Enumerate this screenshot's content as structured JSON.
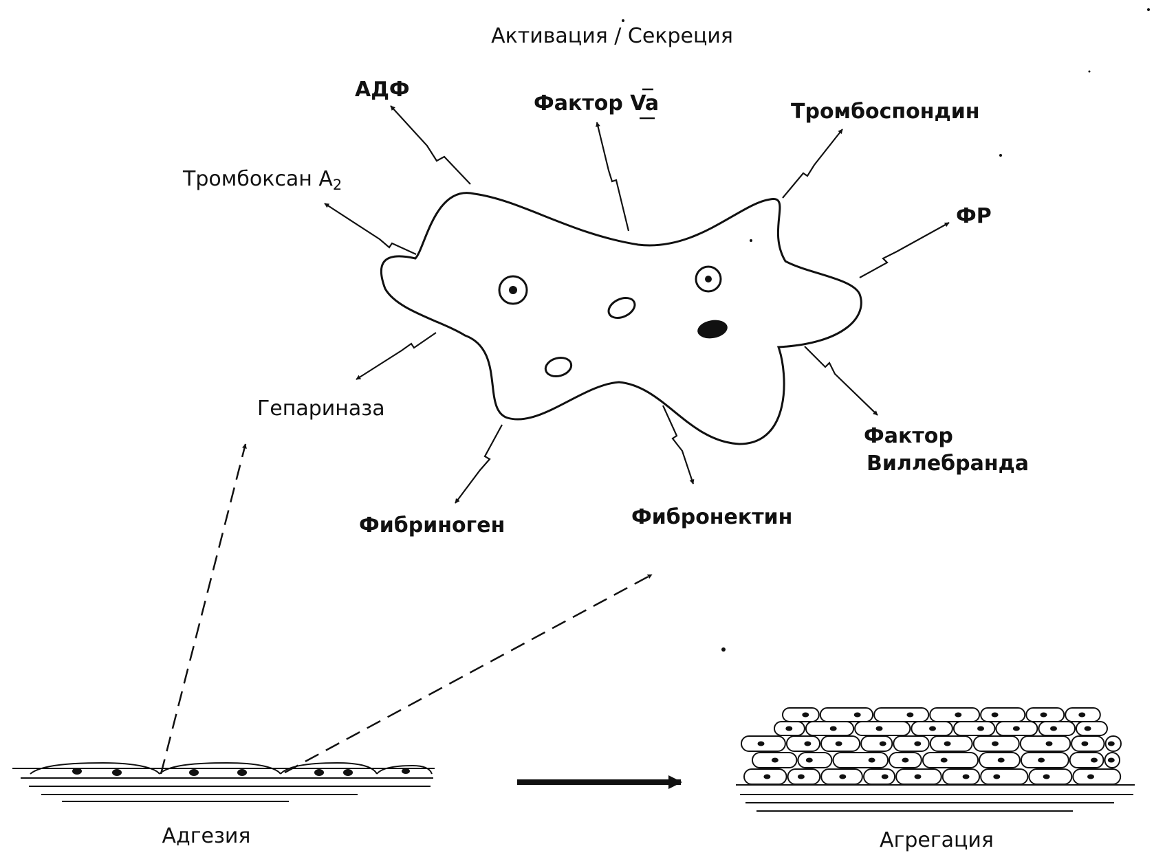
{
  "title": "Активация / Секреция",
  "secretion_labels": {
    "adf": "АДФ",
    "factor_va_prefix": "Фактор ",
    "factor_va_v": "V",
    "factor_va_a": "a",
    "thrombospondin": "Тромбоспондин",
    "thromboxane": "Тромбоксан А",
    "thromboxane_sub": "2",
    "fr": "ФР",
    "heparinase": "Гепариназа",
    "willebrand_line1": "Фактор",
    "willebrand_line2": "Виллебранда",
    "fibrinogen": "Фибриноген",
    "fibronectin": "Фибронектин"
  },
  "stages": {
    "adhesion": "Адгезия",
    "aggregation": "Агрегация"
  },
  "colors": {
    "ink": "#111111",
    "background": "#ffffff"
  }
}
